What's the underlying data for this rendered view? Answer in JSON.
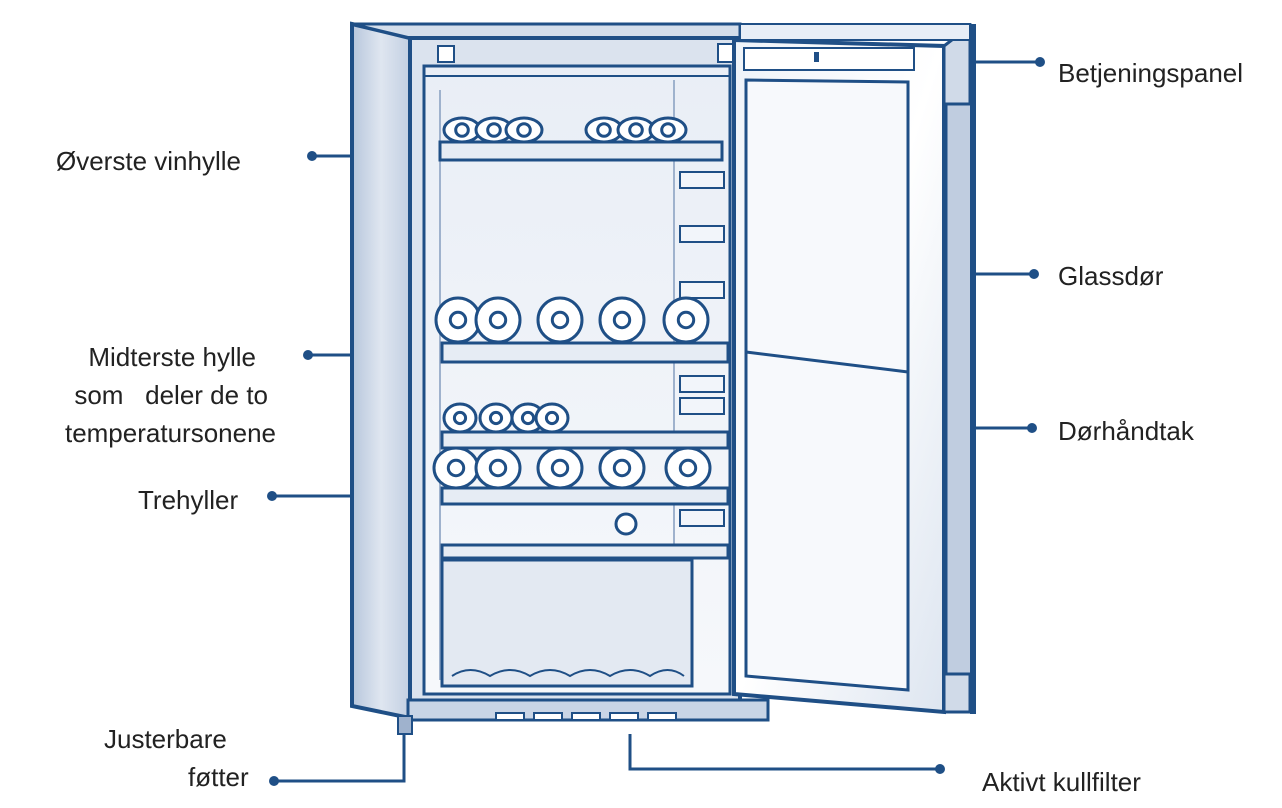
{
  "colors": {
    "outline": "#1f4f86",
    "fill_light": "#eef2f8",
    "fill_mid": "#c9d5e6",
    "fill_dark": "#9fb2cd",
    "leader": "#1f4f86",
    "text": "#222222"
  },
  "labels": {
    "top_shelf": "Øverste vinhylle",
    "middle_shelf_line1": "Midterste hylle",
    "middle_shelf_line2": "som   deler de to",
    "middle_shelf_line3": "temperatursonene",
    "wood_shelves": "Trehyller",
    "adjustable_feet_line1": "Justerbare",
    "adjustable_feet_line2": "føtter",
    "control_panel": "Betjeningspanel",
    "glass_door": "Glassdør",
    "door_handle": "Dørhåndtak",
    "carbon_filter": "Aktivt kullfilter"
  }
}
